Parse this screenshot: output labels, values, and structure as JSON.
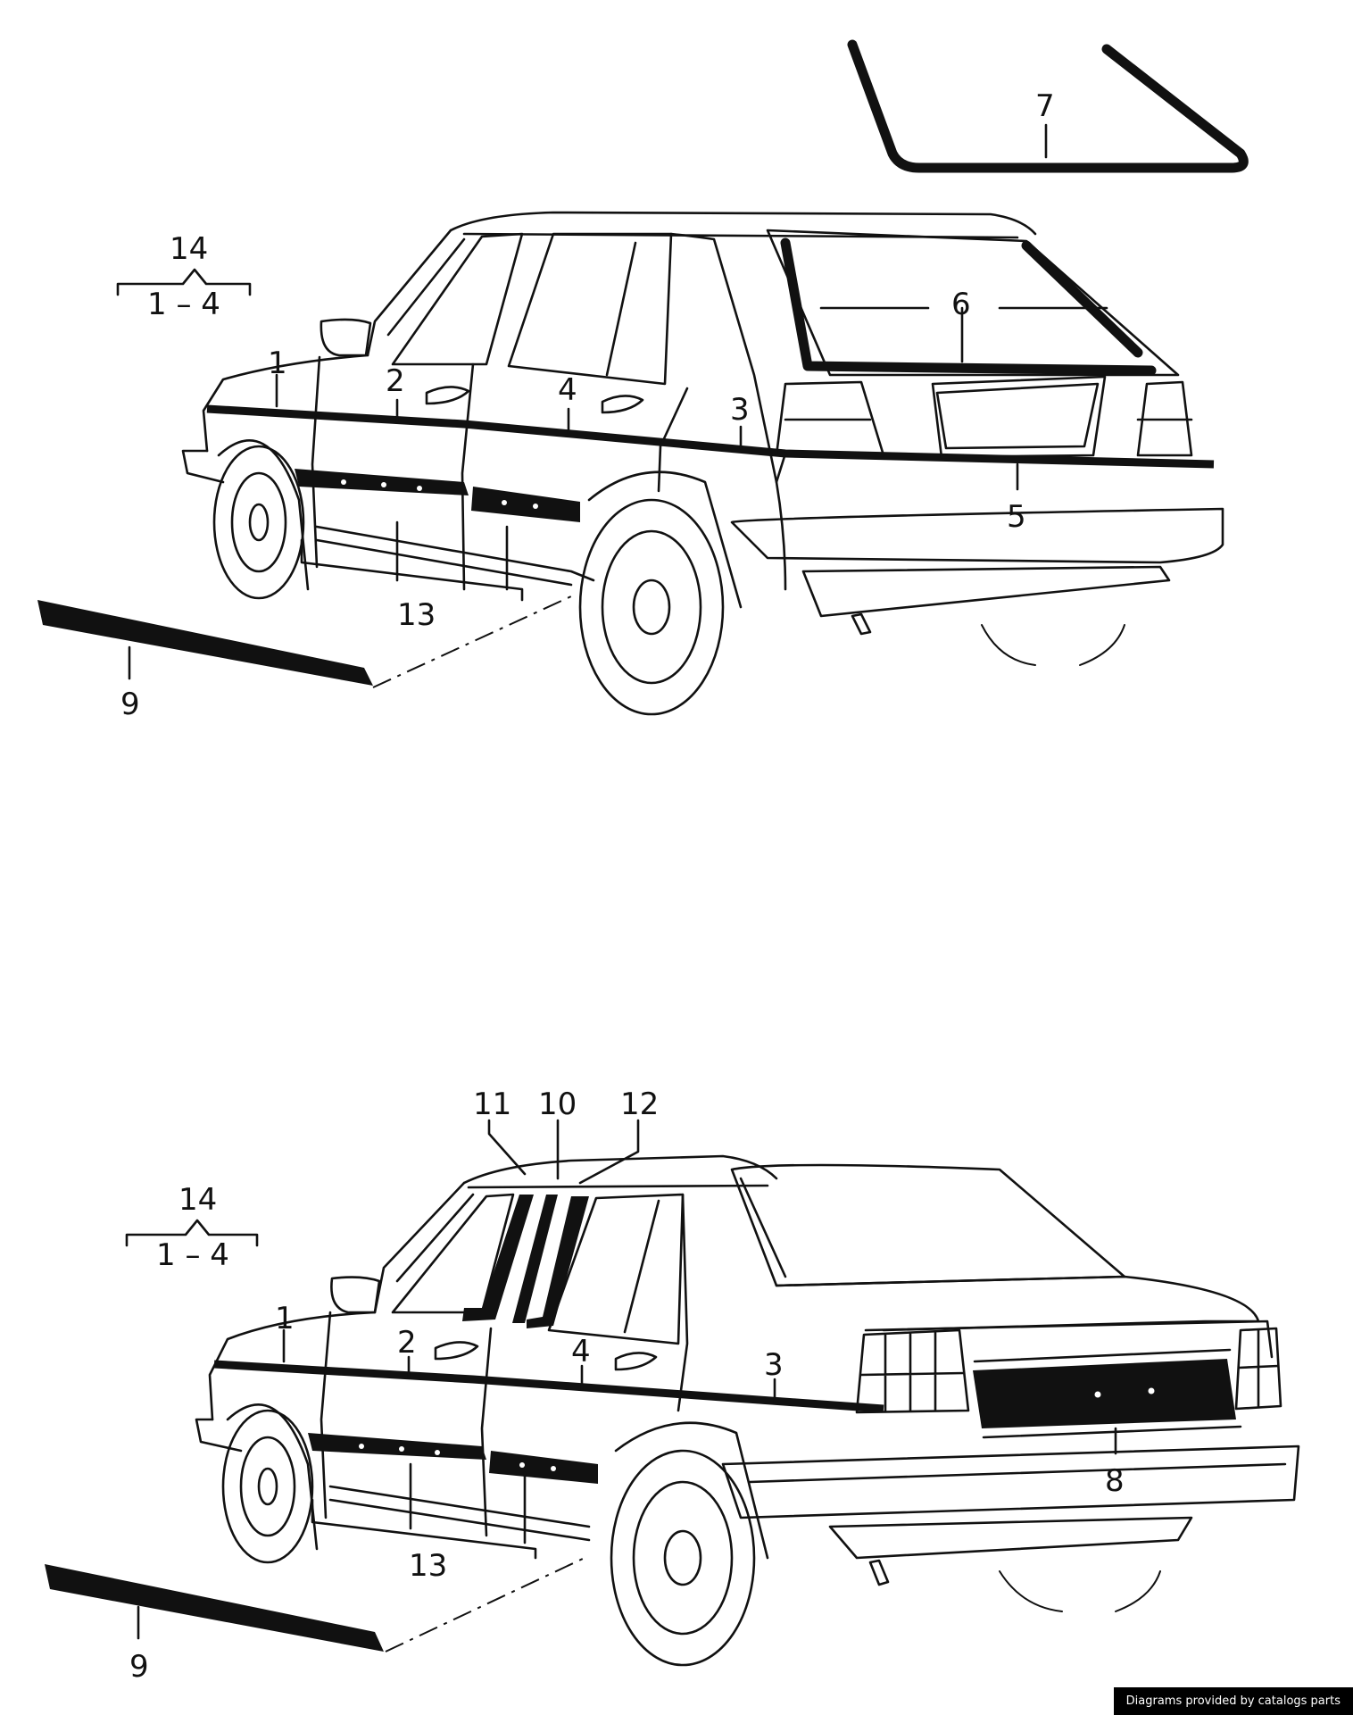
{
  "callouts": {
    "top": {
      "p1": "1",
      "p2": "2",
      "p3": "3",
      "p4": "4",
      "p5": "5",
      "p6": "6",
      "p7": "7",
      "p9": "9",
      "p13": "13",
      "p14": "14",
      "range": "1 – 4"
    },
    "bottom": {
      "p1": "1",
      "p2": "2",
      "p3": "3",
      "p4": "4",
      "p8": "8",
      "p9": "9",
      "p10": "10",
      "p11": "11",
      "p12": "12",
      "p13": "13",
      "p14": "14",
      "range": "1 – 4"
    }
  },
  "credit": "Diagrams provided by catalogs parts"
}
